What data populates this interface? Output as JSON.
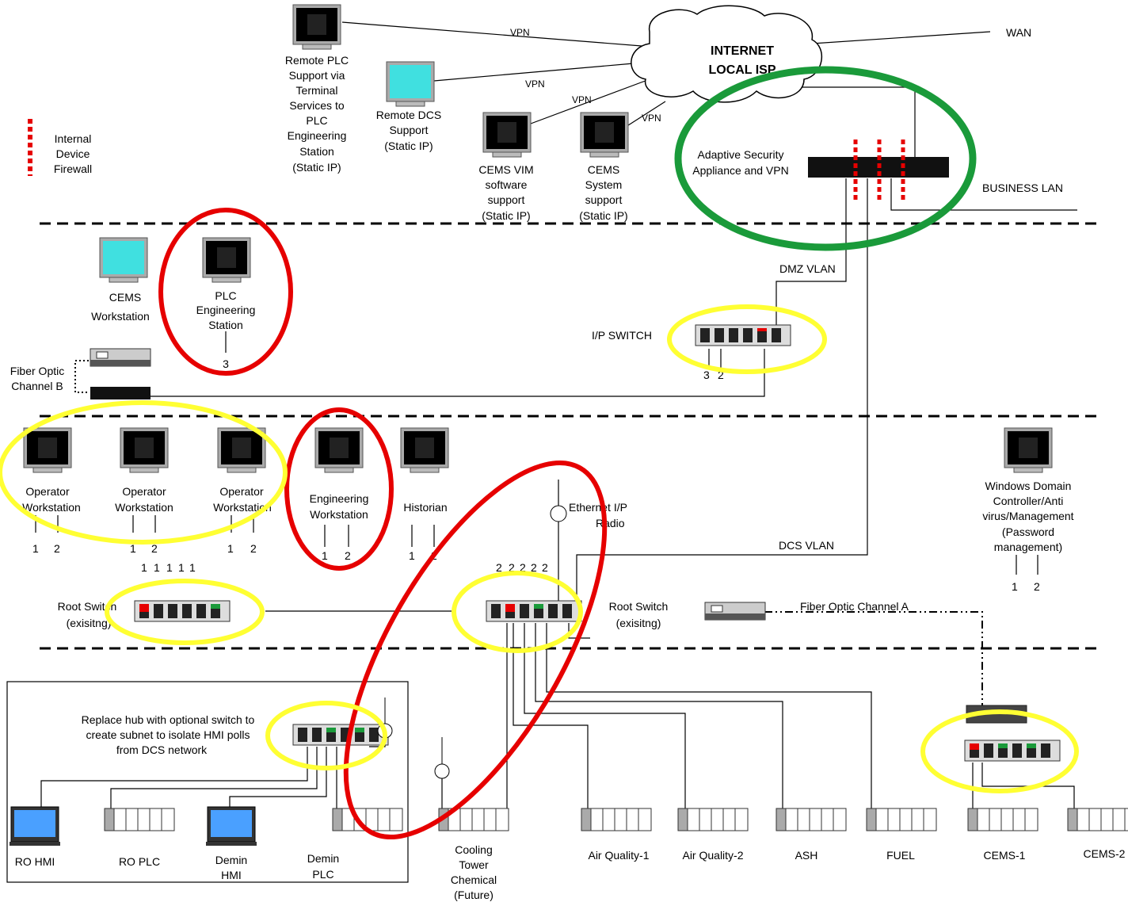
{
  "internet": [
    "INTERNET",
    "LOCAL ISP"
  ],
  "wan": "WAN",
  "vpn": "VPN",
  "business_lan": "BUSINESS LAN",
  "legend_firewall": [
    "Internal",
    "Device",
    "Firewall"
  ],
  "remote_plc": [
    "Remote PLC",
    "Support via",
    "Terminal",
    "Services to",
    "PLC",
    "Engineering",
    "Station",
    "(Static IP)"
  ],
  "remote_dcs": [
    "Remote DCS",
    "Support",
    "(Static IP)"
  ],
  "cems_vim": [
    "CEMS VIM",
    "software",
    "support",
    "(Static IP)"
  ],
  "cems_system": [
    "CEMS",
    "System",
    "support",
    "(Static IP)"
  ],
  "asa": [
    "Adaptive Security",
    "Appliance and VPN"
  ],
  "dmz_vlan": "DMZ VLAN",
  "dcs_vlan": "DCS VLAN",
  "ip_switch": "I/P SWITCH",
  "cems_ws": [
    "CEMS",
    "Workstation"
  ],
  "plc_eng": [
    "PLC",
    "Engineering",
    "Station"
  ],
  "fiber_b": [
    "Fiber Optic",
    "Channel B"
  ],
  "fiber_a": "Fiber Optic Channel A",
  "operator_ws": [
    "Operator",
    "Workstation"
  ],
  "eng_ws": [
    "Engineering",
    "Workstation"
  ],
  "historian": "Historian",
  "radio": [
    "Ethernet I/P",
    "Radio"
  ],
  "domain_ctrl": [
    "Windows Domain",
    "Controller/Anti",
    "virus/Management",
    "(Password",
    "management)"
  ],
  "root_switch": [
    "Root Switch",
    "(exisitng)"
  ],
  "replace_hub": [
    "Replace hub with optional switch to",
    "create subnet to isolate HMI polls",
    "from DCS network"
  ],
  "ro_hmi": "RO HMI",
  "ro_plc": "RO PLC",
  "demin_hmi": [
    "Demin",
    "HMI"
  ],
  "demin_plc": [
    "Demin",
    "PLC"
  ],
  "cooling": [
    "Cooling",
    "Tower",
    "Chemical",
    "(Future)"
  ],
  "aq1": "Air Quality-1",
  "aq2": "Air Quality-2",
  "ash": "ASH",
  "fuel": "FUEL",
  "cems1": "CEMS-1",
  "cems2": "CEMS-2",
  "port_labels": [
    "1",
    "2",
    "3"
  ],
  "colors": {
    "red": "#e60000",
    "yellow": "#ffff33",
    "green": "#1a9a3a",
    "monitor_cyan": "#40e0e0",
    "hmi_blue": "#4aa0ff"
  }
}
